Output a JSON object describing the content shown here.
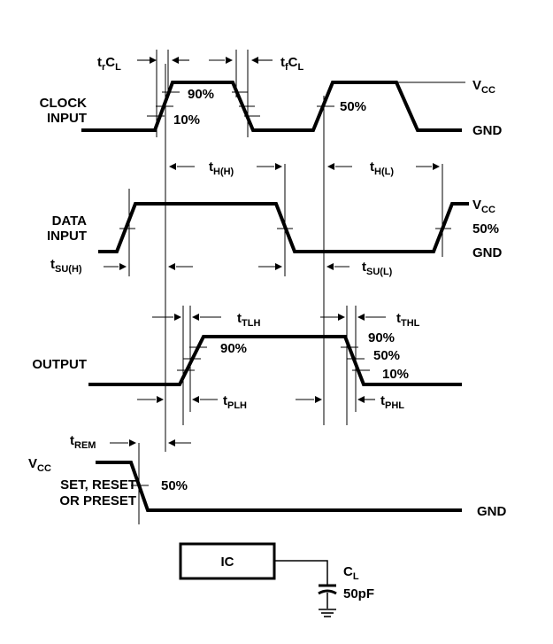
{
  "labels": {
    "clock_input": [
      "CLOCK",
      "INPUT"
    ],
    "data_input": [
      "DATA",
      "INPUT"
    ],
    "output": "OUTPUT",
    "set_reset": [
      "SET, RESET",
      "OR PRESET"
    ],
    "vcc": "V",
    "vcc_sub": "CC",
    "gnd": "GND",
    "pct_90": "90%",
    "pct_50": "50%",
    "pct_10": "10%"
  },
  "timing": {
    "tr_cl": {
      "t": "t",
      "sub": "r",
      "c": "C",
      "csub": "L"
    },
    "tf_cl": {
      "t": "t",
      "sub": "f",
      "c": "C",
      "csub": "L"
    },
    "th_h": {
      "t": "t",
      "sub": "H(H)"
    },
    "th_l": {
      "t": "t",
      "sub": "H(L)"
    },
    "tsu_h": {
      "t": "t",
      "sub": "SU(H)"
    },
    "tsu_l": {
      "t": "t",
      "sub": "SU(L)"
    },
    "ttlh": {
      "t": "t",
      "sub": "TLH"
    },
    "tthl": {
      "t": "t",
      "sub": "THL"
    },
    "tplh": {
      "t": "t",
      "sub": "PLH"
    },
    "tphl": {
      "t": "t",
      "sub": "PHL"
    },
    "trem": {
      "t": "t",
      "sub": "REM"
    }
  },
  "load": {
    "ic": "IC",
    "cl": "C",
    "cl_sub": "L",
    "cap_value": "50pF"
  }
}
